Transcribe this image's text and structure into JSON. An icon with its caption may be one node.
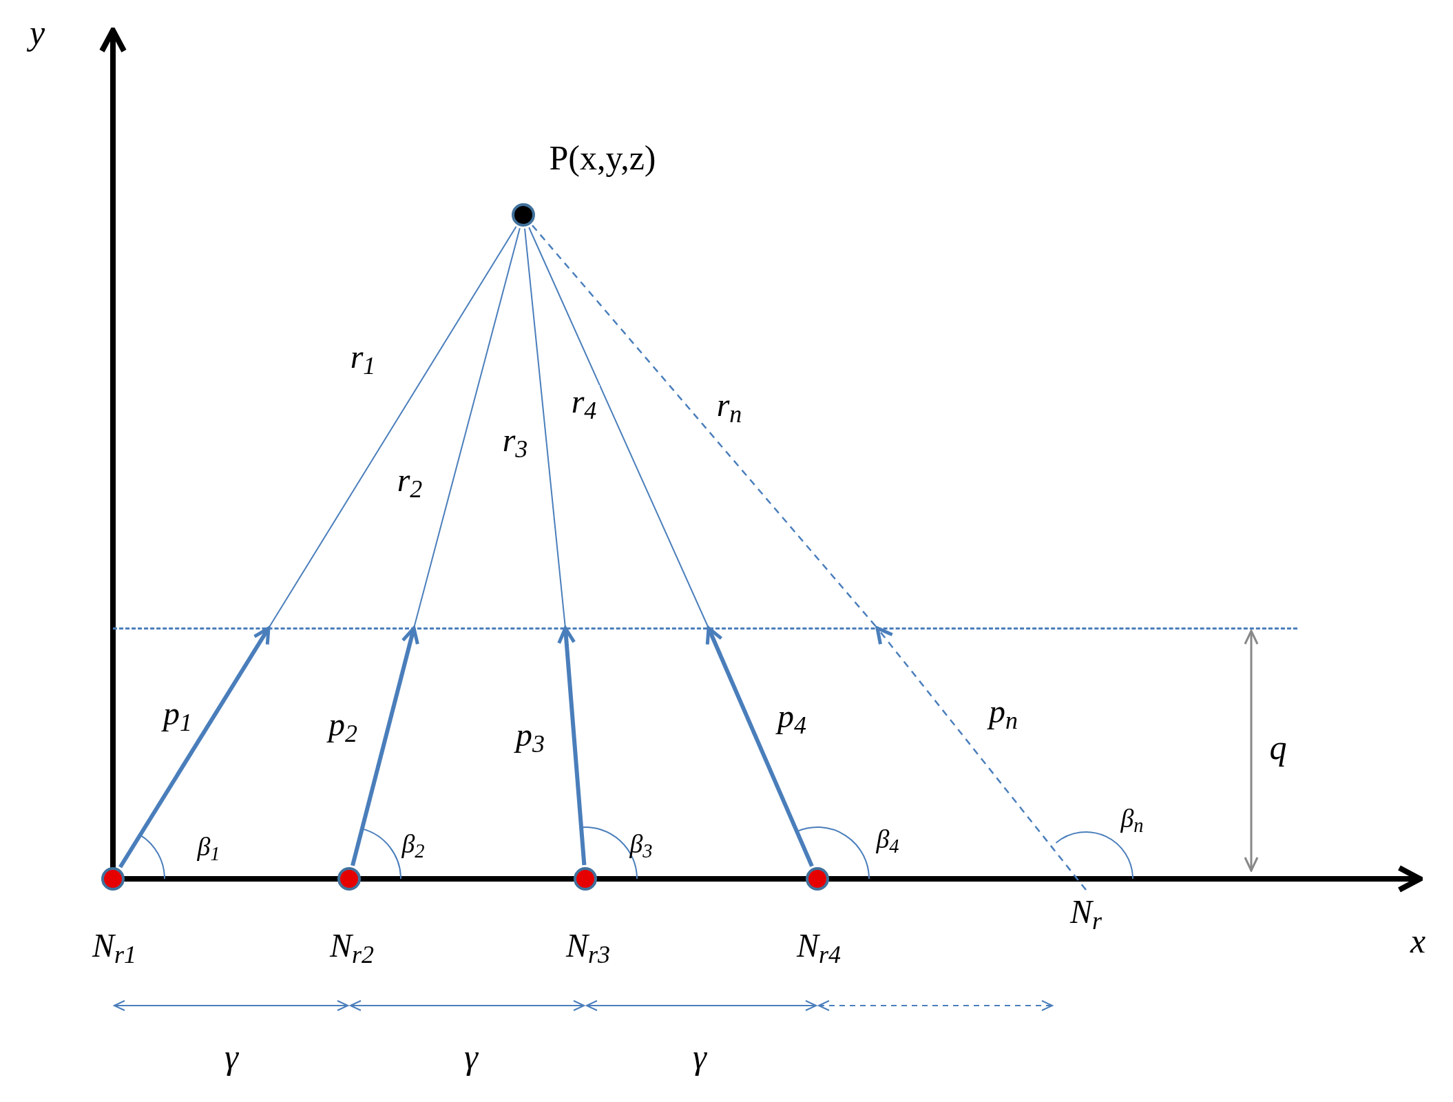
{
  "diagram": {
    "nodes": [
      {
        "text": [],
        "shape": "circle",
        "beside": [
          "P(x,y,z)"
        ]
      },
      {
        "text": [],
        "shape": "line"
      },
      {
        "text": [],
        "shape": "circle",
        "beside": [
          "N$_{r1}$"
        ]
      },
      {
        "text": [],
        "shape": "circle",
        "beside": [
          "N$_{r2}$"
        ]
      },
      {
        "text": [],
        "shape": "circle",
        "beside": [
          "N$_{r3}$"
        ]
      },
      {
        "text": [],
        "shape": "circle",
        "beside": [
          "N$_{r4}$"
        ]
      },
      {
        "text": [
          "N$_{r}$"
        ]
      }
    ],
    "edges": [
      {
        "from": 0,
        "to": 1,
        "arrow": "none",
        "label": "r$_{1}$"
      },
      {
        "from": 0,
        "to": 1,
        "arrow": "none",
        "label": "r$_{2}$"
      },
      {
        "from": 0,
        "to": 1,
        "arrow": "none",
        "label": "r$_{3}$"
      },
      {
        "from": 0,
        "to": 1,
        "arrow": "none",
        "label": "r$_{4}$"
      },
      {
        "from": 0,
        "to": 1,
        "arrow": "none",
        "label": "r$_{n}$",
        "style": "dashed"
      },
      {
        "from": 2,
        "to": 1,
        "arrow": "to",
        "label": "p$_{1}$",
        "style": "thick"
      },
      {
        "from": 3,
        "to": 1,
        "arrow": "to",
        "label": "p$_{2}$",
        "style": "thick"
      },
      {
        "from": 4,
        "to": 1,
        "arrow": "to",
        "label": "p$_{3}$",
        "style": "thick"
      },
      {
        "from": 5,
        "to": 1,
        "arrow": "to",
        "label": "p$_{4}$",
        "style": "thick"
      },
      {
        "from": 6,
        "to": 1,
        "arrow": "to",
        "label": "p$_{n}$",
        "style": "dashed"
      }
    ],
    "labels": [
      "y",
      "x",
      "β$_{1}$",
      "β$_{2}$",
      "β$_{3}$",
      "β$_{4}$",
      "β$_{n}$",
      "q",
      "γ",
      "γ",
      "γ"
    ]
  }
}
